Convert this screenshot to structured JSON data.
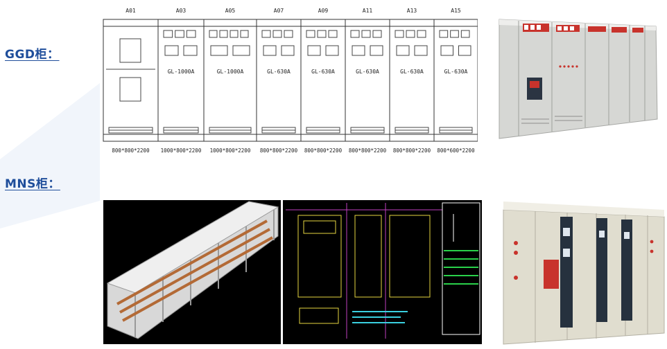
{
  "headings": {
    "ggd": "GGD柜：",
    "mns": "MNS柜："
  },
  "ggd_drawing": {
    "cabinet_ids": [
      "A01",
      "A03",
      "A05",
      "A07",
      "A09",
      "A11",
      "A13",
      "A15"
    ],
    "models": [
      "",
      "GL-1000A",
      "GL-1000A",
      "GL-630A",
      "GL-630A",
      "GL-630A",
      "GL-630A",
      "GL-630A"
    ],
    "dimensions": [
      "800*800*2200",
      "1000*800*2200",
      "1000*800*2200",
      "800*800*2200",
      "800*800*2200",
      "800*800*2200",
      "800*800*2200",
      "800*600*2200"
    ]
  },
  "colors": {
    "heading": "#1f4e9b",
    "cad_bg": "#000000",
    "cabinet_gray": "#d9d9d6",
    "cabinet_red": "#c8332c"
  }
}
